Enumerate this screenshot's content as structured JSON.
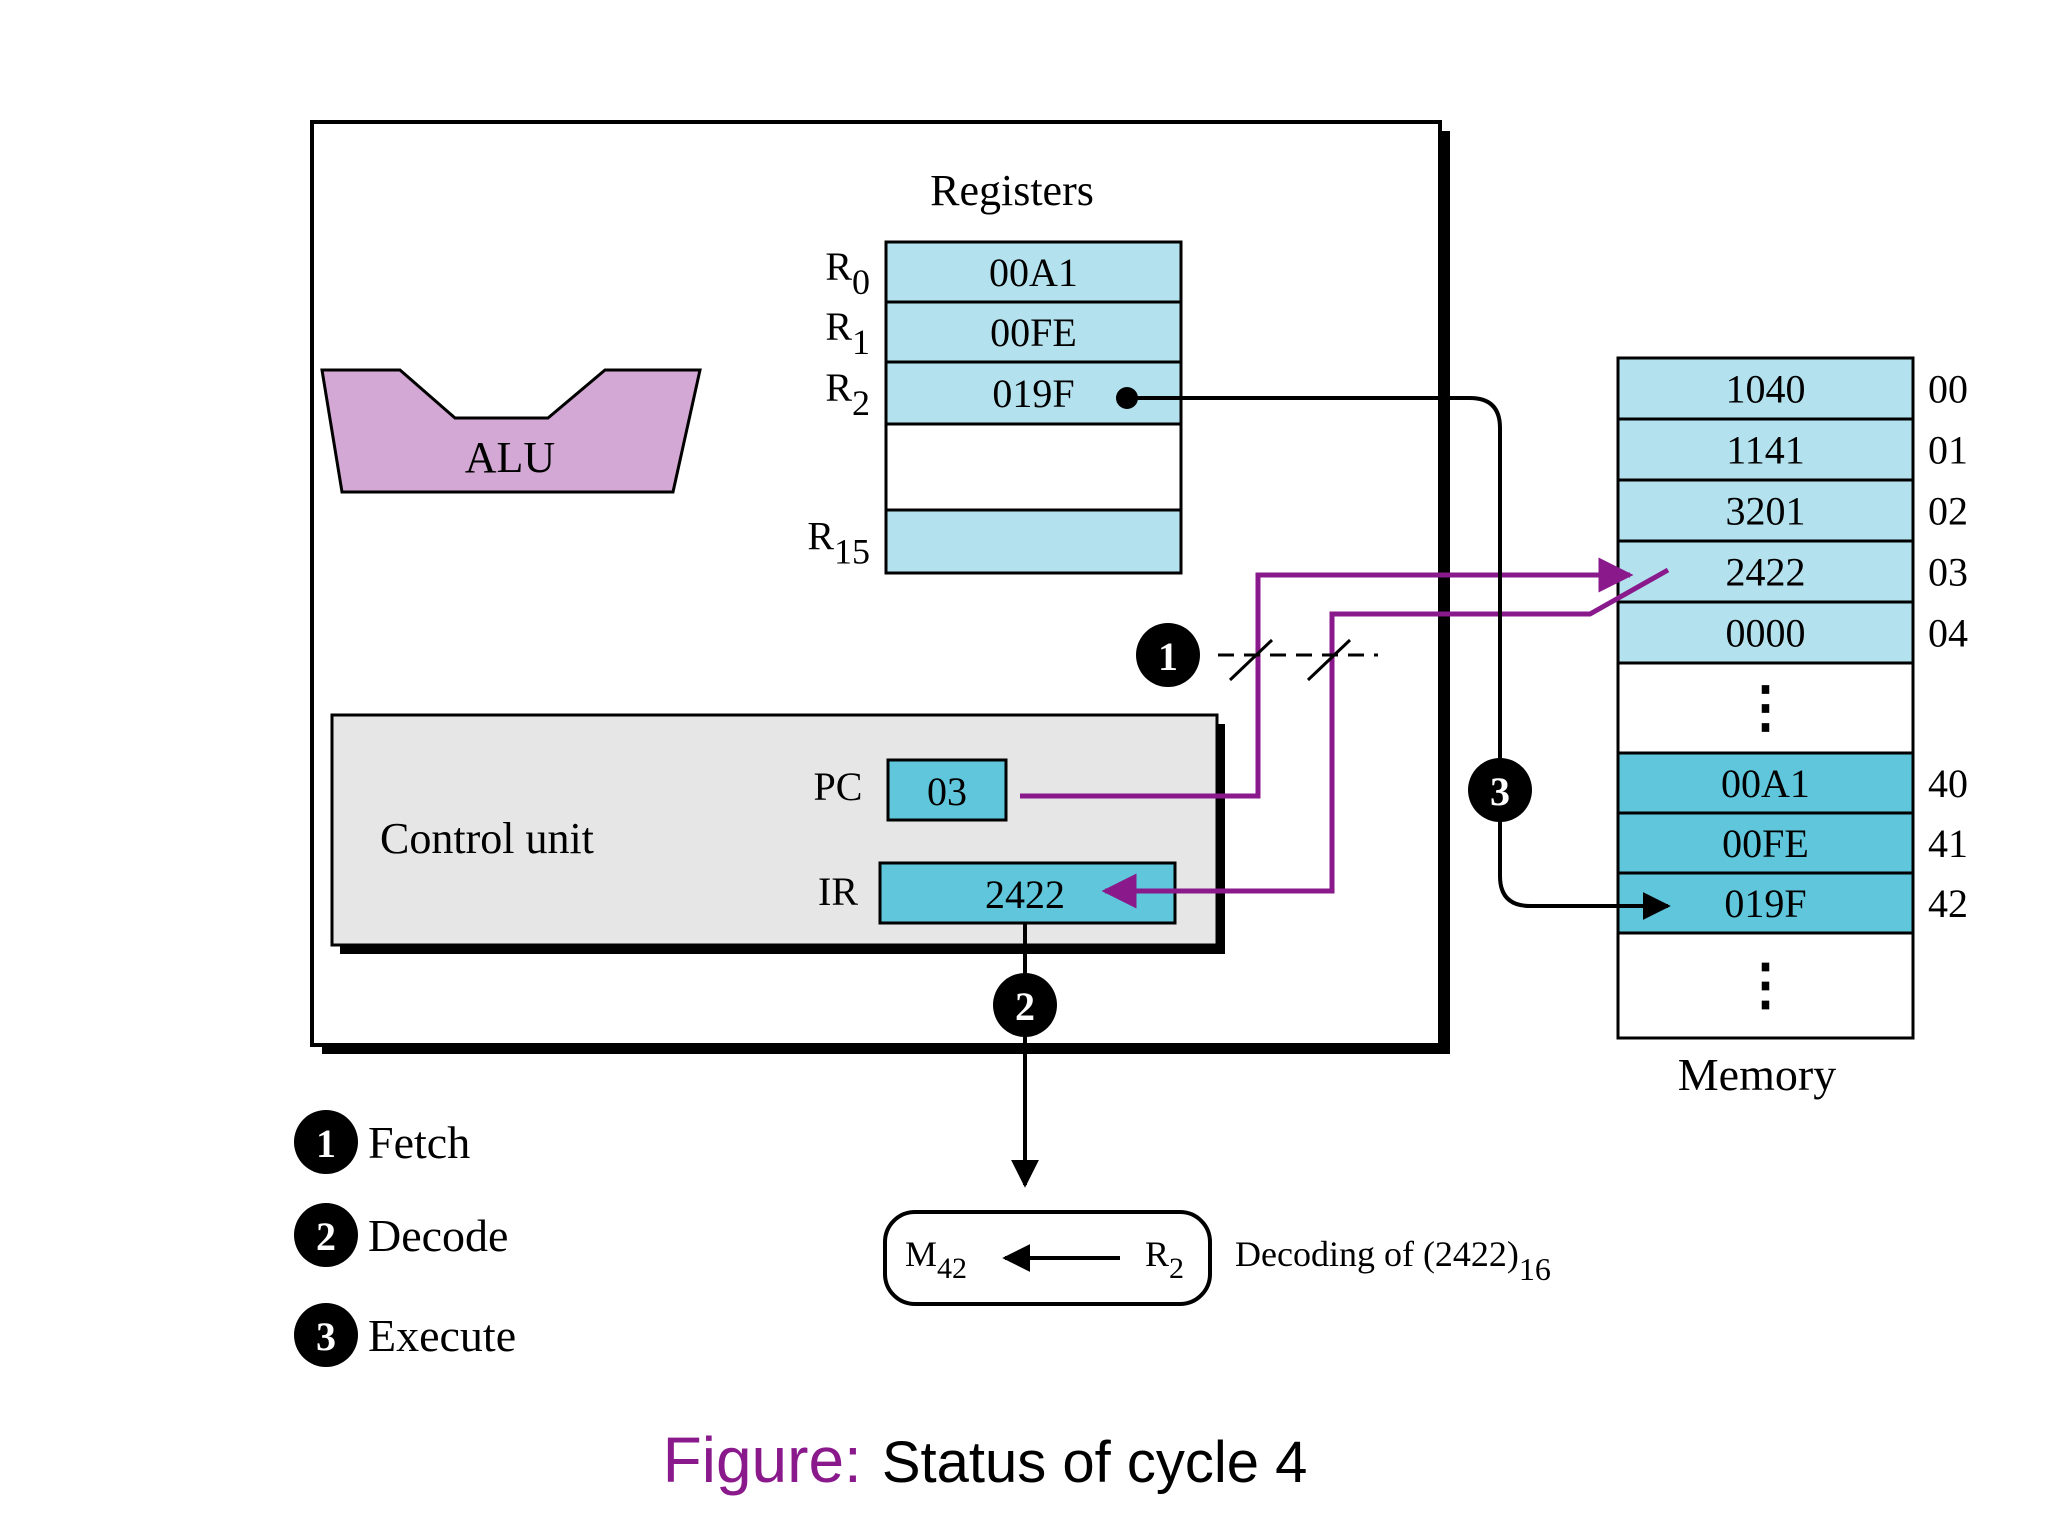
{
  "colors": {
    "register_fill": "#b3e2ee",
    "ir_fill": "#5fc6dc",
    "memory_light": "#b3e2ee",
    "memory_dark": "#5fc6dc",
    "alu_fill": "#d4a8d4",
    "control_fill": "#e6e6e6",
    "purple": "#8a1a8c",
    "black": "#000000",
    "caption_purple": "#8a1a8c"
  },
  "registers": {
    "heading": "Registers",
    "rows": [
      {
        "label": "R",
        "sub": "0",
        "value": "00A1"
      },
      {
        "label": "R",
        "sub": "1",
        "value": "00FE"
      },
      {
        "label": "R",
        "sub": "2",
        "value": "019F"
      },
      {
        "label": "",
        "sub": "",
        "value": ""
      },
      {
        "label": "R",
        "sub": "15",
        "value": ""
      }
    ]
  },
  "alu": {
    "label": "ALU"
  },
  "control_unit": {
    "label": "Control unit",
    "pc_label": "PC",
    "pc_value": "03",
    "ir_label": "IR",
    "ir_value": "2422"
  },
  "memory": {
    "caption": "Memory",
    "rows": [
      {
        "value": "1040",
        "address": "00",
        "shade": "light"
      },
      {
        "value": "1141",
        "address": "01",
        "shade": "light"
      },
      {
        "value": "3201",
        "address": "02",
        "shade": "light"
      },
      {
        "value": "2422",
        "address": "03",
        "shade": "light"
      },
      {
        "value": "0000",
        "address": "04",
        "shade": "light"
      },
      {
        "value": "⋮",
        "address": "",
        "shade": "white"
      },
      {
        "value": "00A1",
        "address": "40",
        "shade": "dark"
      },
      {
        "value": "00FE",
        "address": "41",
        "shade": "dark"
      },
      {
        "value": "019F",
        "address": "42",
        "shade": "dark"
      },
      {
        "value": "⋮",
        "address": "",
        "shade": "white"
      }
    ]
  },
  "steps": [
    {
      "number": "1",
      "label": "Fetch"
    },
    {
      "number": "2",
      "label": "Decode"
    },
    {
      "number": "3",
      "label": "Execute"
    }
  ],
  "decode": {
    "dest": "M",
    "dest_sub": "42",
    "src": "R",
    "src_sub": "2",
    "note": "Decoding of (2422)",
    "note_sub": "16"
  },
  "caption": {
    "prefix": "Figure:",
    "text": "Status of cycle 4"
  }
}
